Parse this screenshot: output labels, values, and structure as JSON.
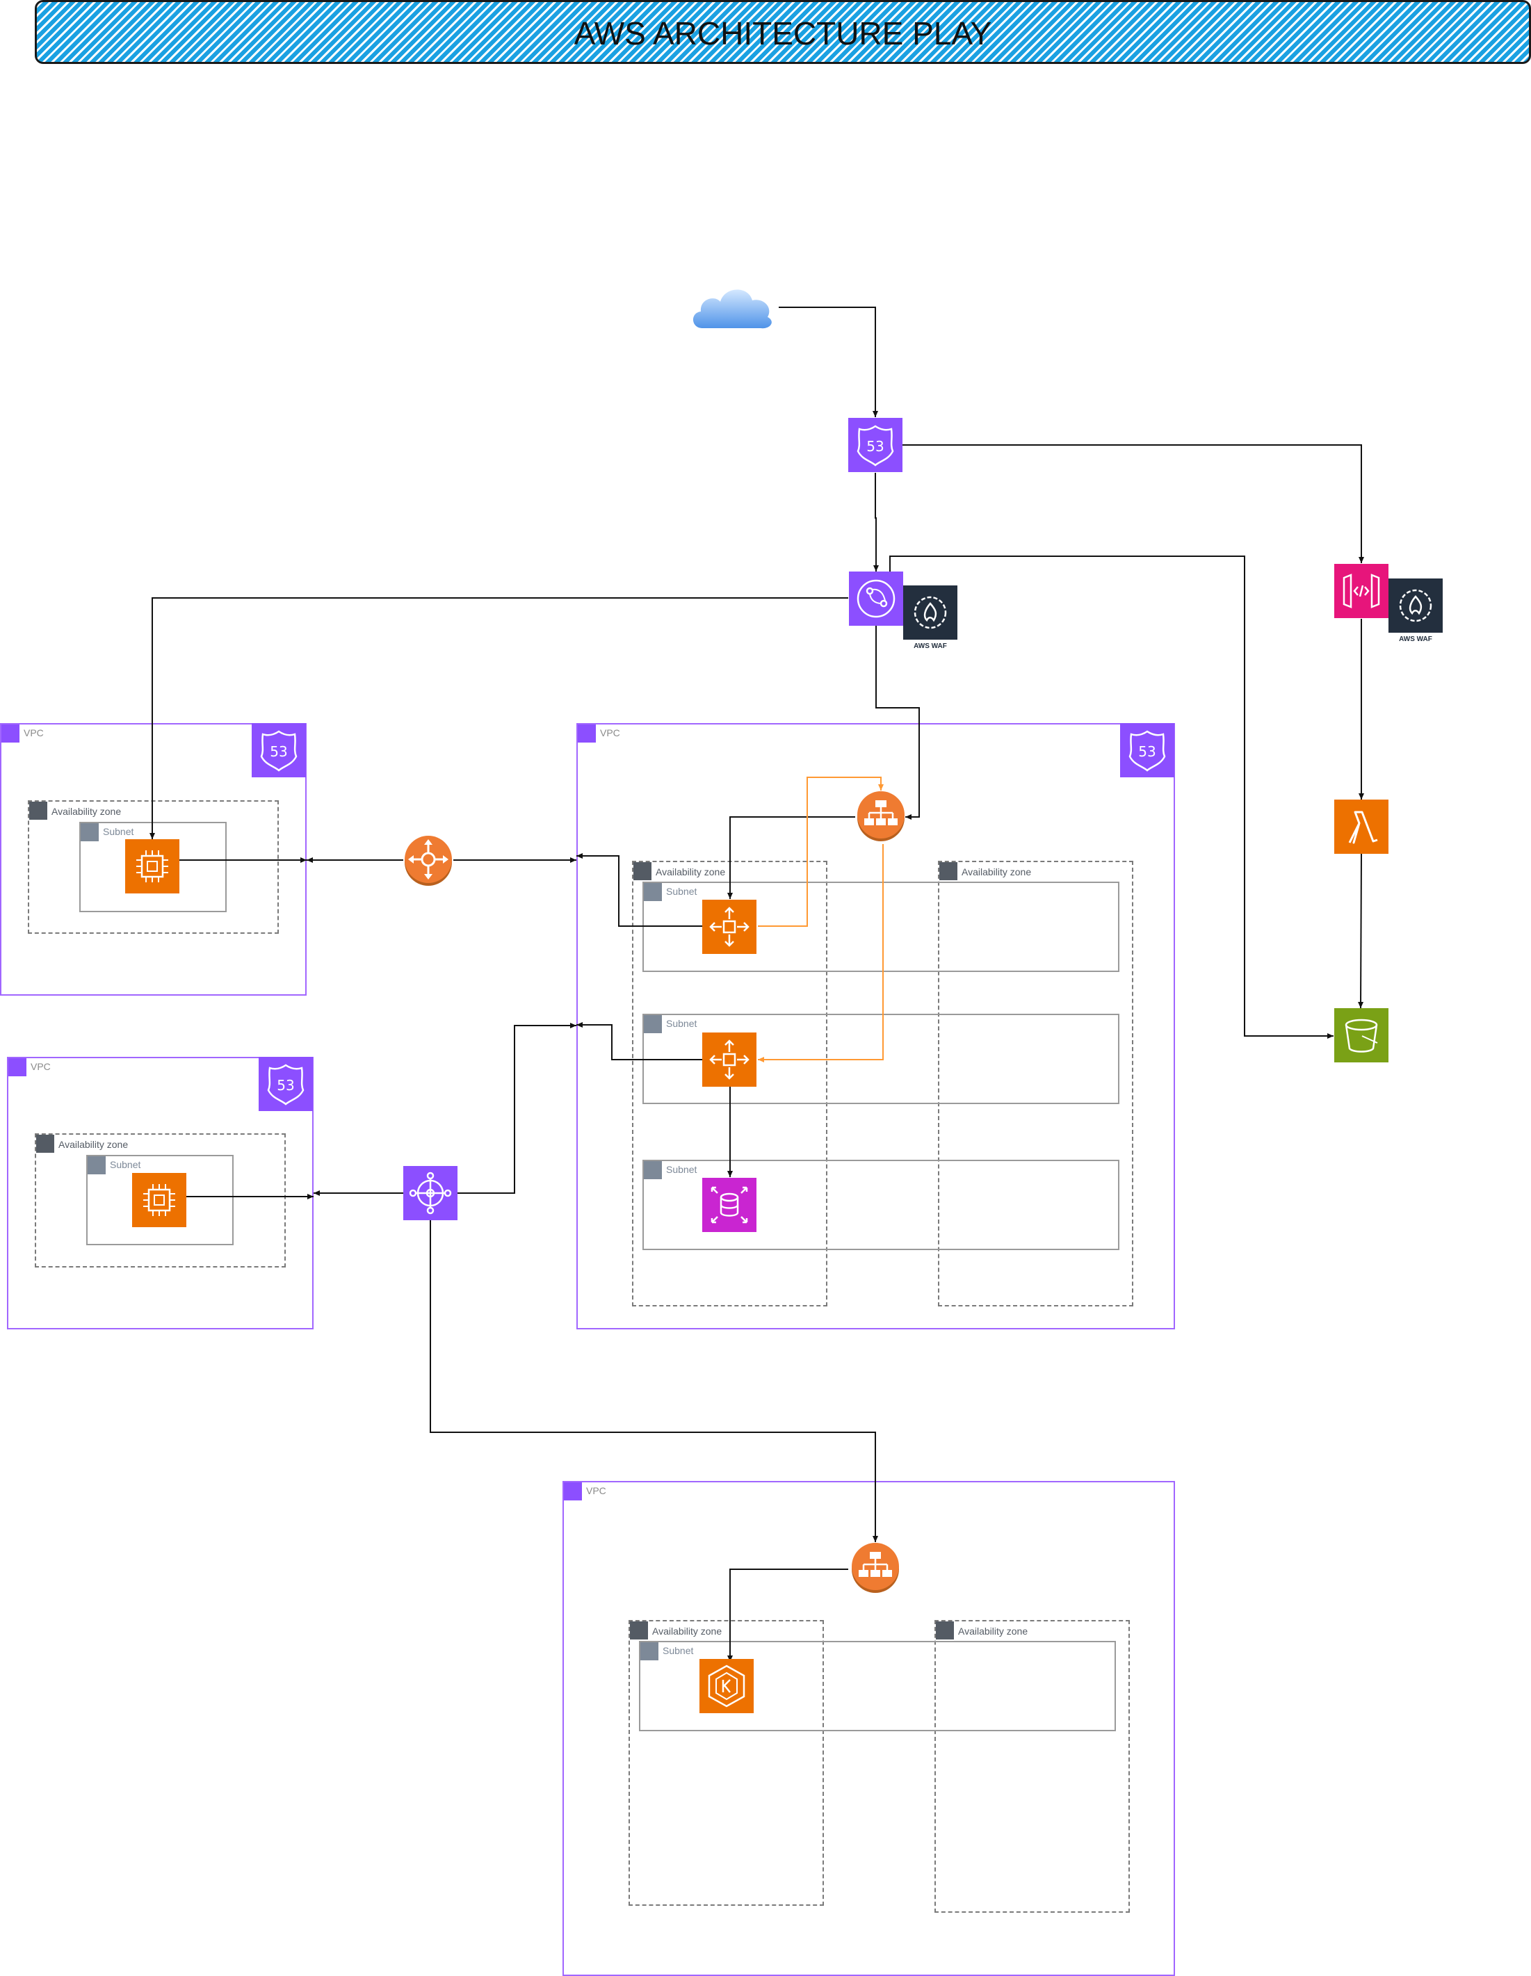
{
  "title": "AWS ARCHITECTURE PLAY",
  "labels": {
    "vpc": "VPC",
    "availability_zone": "Availability zone",
    "subnet": "Subnet",
    "aws_waf": "AWS WAF"
  },
  "icons": {
    "internet": "internet-cloud-icon",
    "route53": "route53-icon",
    "cloudfront": "cloudfront-icon",
    "waf": "waf-icon",
    "api_gateway": "api-gateway-icon",
    "lambda": "lambda-icon",
    "s3": "s3-bucket-icon",
    "ec2": "ec2-icon",
    "auto_scaling": "auto-scaling-icon",
    "load_balancer": "load-balancer-icon",
    "rds": "rds-icon",
    "vpc_peering": "vpc-peering-icon",
    "transit_gateway": "transit-gateway-icon",
    "eks": "eks-icon"
  },
  "colors": {
    "route53_purple": "#8c4fff",
    "compute_orange": "#ed7100",
    "database_magenta": "#c925d1",
    "storage_green": "#7aa116",
    "api_pink": "#e7157b",
    "waf_navy": "#232f3e",
    "elb_orange": "#ef7b31",
    "banner_blue": "#1ba1e2",
    "highlight_link": "#ff9933"
  }
}
